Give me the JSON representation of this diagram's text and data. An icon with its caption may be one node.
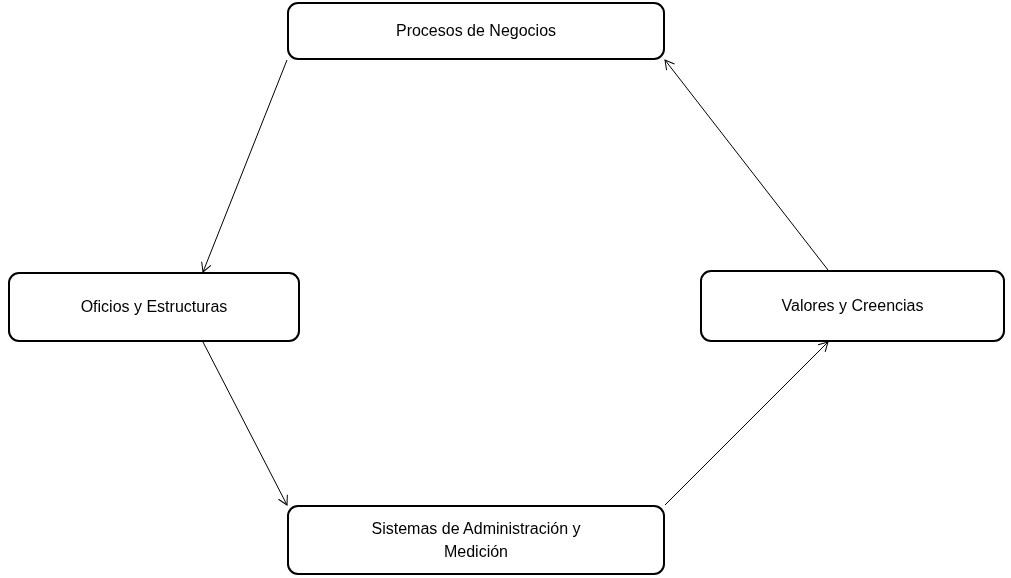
{
  "diagram": {
    "nodes": [
      {
        "text": [
          "Procesos de Negocios"
        ]
      },
      {
        "text": [
          "Oficios y Estructuras"
        ]
      },
      {
        "text": [
          "Valores y Creencias"
        ]
      },
      {
        "text": [
          "Sistemas de Administración y Medición"
        ]
      }
    ],
    "edges": [
      {
        "from": 0,
        "to": 1,
        "arrow": "to"
      },
      {
        "from": 1,
        "to": 3,
        "arrow": "to"
      },
      {
        "from": 3,
        "to": 2,
        "arrow": "to"
      },
      {
        "from": 2,
        "to": 0,
        "arrow": "to"
      }
    ]
  }
}
